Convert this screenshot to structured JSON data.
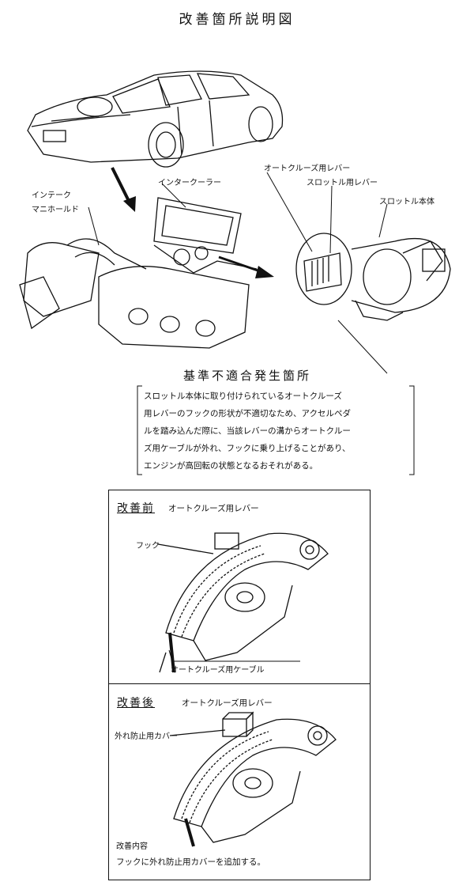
{
  "title": "改善箇所説明図",
  "labels": {
    "cruise_lever": "オートクルーズ用レバー",
    "throttle_lever": "スロットル用レバー",
    "throttle_body": "スロットル本体",
    "intercooler": "インタークーラー",
    "intake": "インテーク",
    "manifold": "マニホールド"
  },
  "defect_heading": "基準不適合発生箇所",
  "description_lines": [
    "スロットル本体に取り付けられているオートクルーズ",
    "用レバーのフックの形状が不適切なため、アクセルペダ",
    "ルを踏み込んだ際に、当該レバーの溝からオートクルー",
    "ズ用ケーブルが外れ、フックに乗り上げることがあり、",
    "エンジンが高回転の状態となるおそれがある。"
  ],
  "before": {
    "heading": "改善前",
    "subtitle": "オートクルーズ用レバー",
    "hook_label": "フック",
    "cable_label": "オートクルーズ用ケーブル"
  },
  "after": {
    "heading": "改善後",
    "subtitle": "オートクルーズ用レバー",
    "cover_label": "外れ防止用カバー",
    "content_heading": "改善内容",
    "content_text": "フックに外れ防止用カバーを追加する。"
  }
}
